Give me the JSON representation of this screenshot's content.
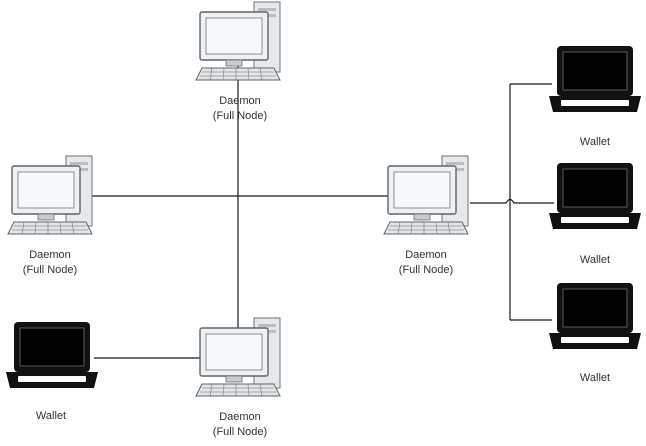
{
  "nodes": {
    "daemon_top": {
      "line1": "Daemon",
      "line2": "(Full Node)"
    },
    "daemon_left": {
      "line1": "Daemon",
      "line2": "(Full Node)"
    },
    "daemon_right": {
      "line1": "Daemon",
      "line2": "(Full Node)"
    },
    "daemon_bottom": {
      "line1": "Daemon",
      "line2": "(Full Node)"
    },
    "wallet_1": {
      "label": "Wallet"
    },
    "wallet_2": {
      "label": "Wallet"
    },
    "wallet_3": {
      "label": "Wallet"
    },
    "wallet_4": {
      "label": "Wallet"
    }
  },
  "icons": {
    "desktop": "desktop-computer-icon",
    "laptop": "laptop-icon"
  },
  "colors": {
    "line": "#1a1a1a",
    "screen_light": "#eef1f4",
    "case_light": "#e4e7ea",
    "laptop_body": "#111111",
    "text": "#333333"
  }
}
